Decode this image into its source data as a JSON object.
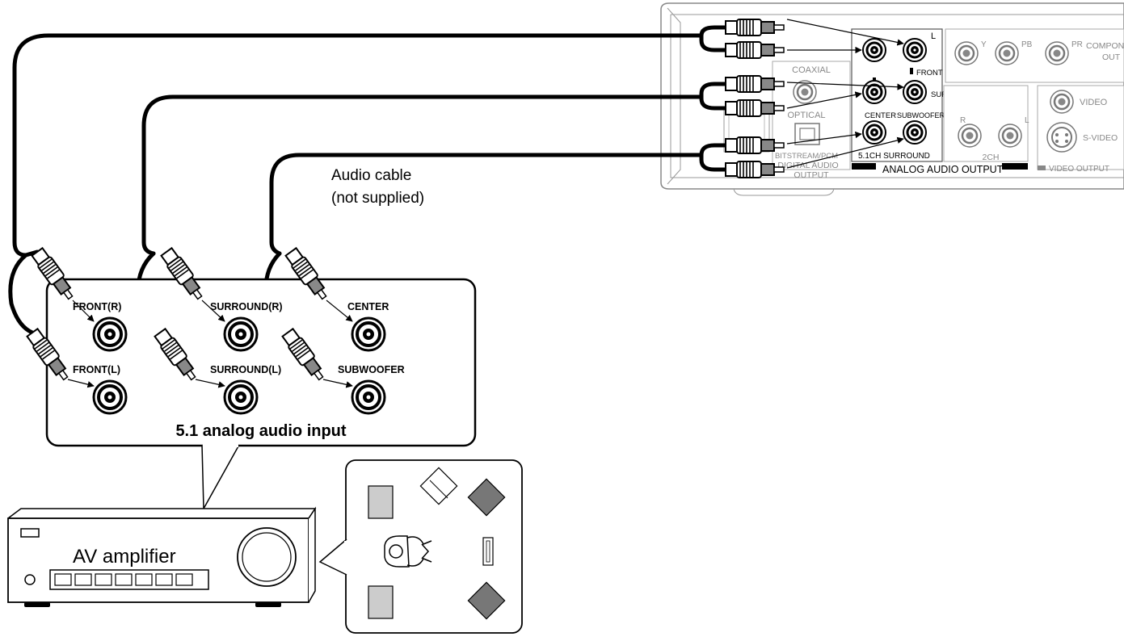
{
  "cable_label": {
    "line1": "Audio cable",
    "line2": "(not supplied)"
  },
  "amplifier": {
    "name": "AV amplifier",
    "panel_title": "5.1 analog audio input",
    "jacks": {
      "front_r": "FRONT(R)",
      "front_l": "FRONT(L)",
      "surround_r": "SURROUND(R)",
      "surround_l": "SURROUND(L)",
      "center": "CENTER",
      "subwoofer": "SUBWOOFER"
    }
  },
  "player_panel": {
    "coaxial": "COAXIAL",
    "optical": "OPTICAL",
    "bitstream": "BITSTREAM/PCM",
    "digital_audio": "DIGITAL AUDIO",
    "output": "OUTPUT",
    "front": "FRONT",
    "surround": "SURROUND",
    "center": "CENTER",
    "subwoofer": "SUBWOOFER",
    "surround_51": "5.1CH SURROUND",
    "two_ch": "2CH",
    "analog_audio_output": "ANALOG AUDIO OUTPUT",
    "video_output": "VIDEO OUTPUT",
    "video": "VIDEO",
    "s_video": "S-VIDEO",
    "component": "COMPONENT",
    "component_out": "OUT",
    "y": "Y",
    "pb": "PB",
    "pr": "PR",
    "l": "L",
    "r": "R"
  }
}
